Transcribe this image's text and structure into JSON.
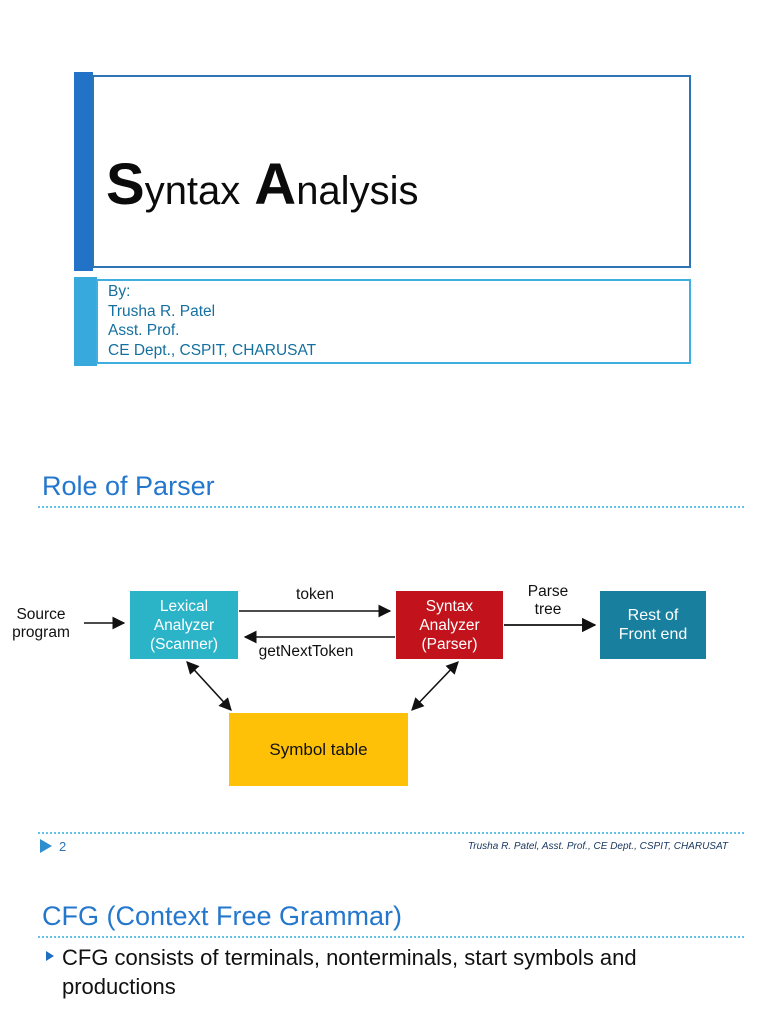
{
  "title_slide": {
    "word1_initial": "S",
    "word1_rest": "yntax",
    "word2_initial": "A",
    "word2_rest": "nalysis",
    "byline": [
      "By:",
      "Trusha R. Patel",
      "Asst. Prof.",
      "CE Dept., CSPIT, CHARUSAT"
    ]
  },
  "slide_role_of_parser": {
    "heading": "Role of Parser",
    "diagram": {
      "source_label": {
        "line1": "Source",
        "line2": "program"
      },
      "lexical_box": {
        "line1": "Lexical",
        "line2": "Analyzer",
        "line3": "(Scanner)",
        "color": "#2bb3c8"
      },
      "syntax_box": {
        "line1": "Syntax",
        "line2": "Analyzer",
        "line3": "(Parser)",
        "color": "#c2131c"
      },
      "rest_box": {
        "line1": "Rest of",
        "line2": "Front end",
        "color": "#187f9e"
      },
      "symbol_box": {
        "label": "Symbol table",
        "color": "#ffc107"
      },
      "token_label": "token",
      "get_next_token_label": "getNextToken",
      "parse_tree_label": {
        "line1": "Parse",
        "line2": "tree"
      }
    },
    "footer": {
      "page_number": "2",
      "attribution": "Trusha R. Patel, Asst. Prof., CE Dept., CSPIT, CHARUSAT"
    }
  },
  "slide_cfg": {
    "heading": "CFG (Context Free Grammar)",
    "bullet": "CFG consists of terminals, nonterminals, start symbols and productions"
  },
  "colors": {
    "title_bar_blue": "#2272c8",
    "title_border_blue": "#2e75b6",
    "byline_bar_blue": "#38a9dd",
    "byline_text_teal": "#15709f",
    "heading_blue": "#2477cc",
    "dotted_rule_blue": "#62c2ea",
    "footer_attribution_navy": "#17375e",
    "diagram_teal": "#2bb3c8",
    "diagram_red": "#c2131c",
    "diagram_dark_teal": "#187f9e",
    "diagram_yellow": "#ffc107"
  }
}
